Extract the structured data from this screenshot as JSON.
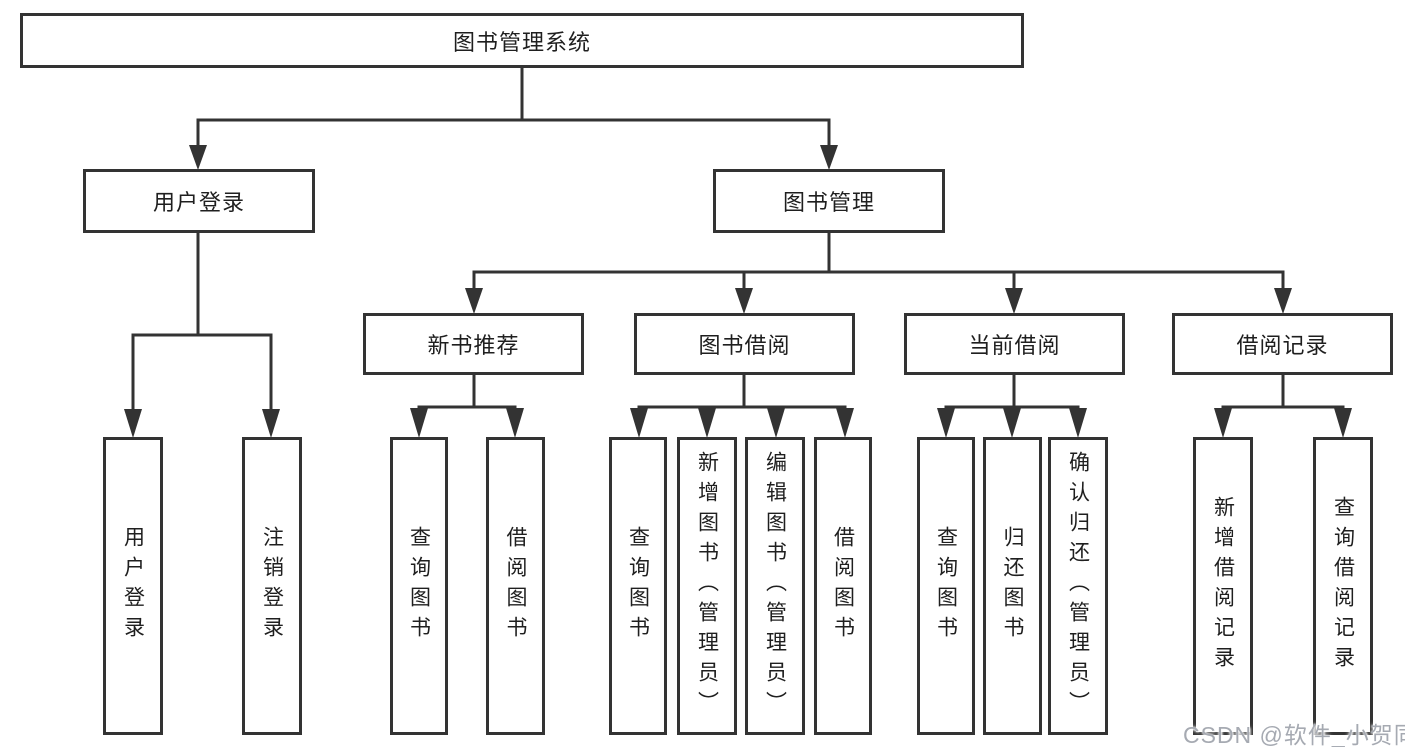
{
  "tree": {
    "label": "图书管理系统",
    "children": [
      {
        "label": "用户登录",
        "children": [
          {
            "label": "用户登录"
          },
          {
            "label": "注销登录"
          }
        ]
      },
      {
        "label": "图书管理",
        "children": [
          {
            "label": "新书推荐",
            "children": [
              {
                "label": "查询图书"
              },
              {
                "label": "借阅图书"
              }
            ]
          },
          {
            "label": "图书借阅",
            "children": [
              {
                "label": "查询图书"
              },
              {
                "label": "新增图书（管理员）"
              },
              {
                "label": "编辑图书（管理员）"
              },
              {
                "label": "借阅图书"
              }
            ]
          },
          {
            "label": "当前借阅",
            "children": [
              {
                "label": "查询图书"
              },
              {
                "label": "归还图书"
              },
              {
                "label": "确认归还（管理员）"
              }
            ]
          },
          {
            "label": "借阅记录",
            "children": [
              {
                "label": "新增借阅记录"
              },
              {
                "label": "查询借阅记录"
              }
            ]
          }
        ]
      }
    ]
  },
  "watermark": "CSDN @软件_小贺同学",
  "colors": {
    "line": "#333333",
    "box_border": "#333333",
    "text": "#1f1f1f",
    "background": "#ffffff",
    "watermark": "#a6aab2"
  }
}
